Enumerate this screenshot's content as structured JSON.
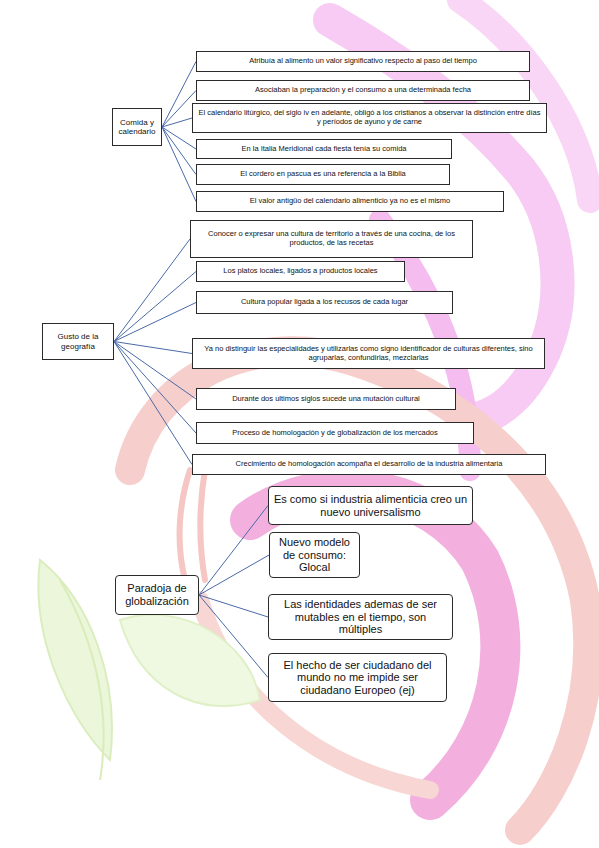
{
  "diagram": {
    "nodes": [
      {
        "text": [
          "Comida y calendario"
        ]
      },
      {
        "text": [
          "Atribuía al alimento un valor significativo respecto al paso del tiempo"
        ]
      },
      {
        "text": [
          "Asociaban la preparación y el consumo a una determinada fecha"
        ]
      },
      {
        "text": [
          "El calendario litúrgico, del siglo iv en adelante, obligó a los cristianos a observar la distinción entre días y períodos de ayuno y de carne"
        ]
      },
      {
        "text": [
          "En la Italia Meridional cada fiesta tenía su comida"
        ]
      },
      {
        "text": [
          "El cordero en pascua es una referencia a la Biblia"
        ]
      },
      {
        "text": [
          "El valor antigüo del calendario alimenticio ya no es el mismo"
        ]
      },
      {
        "text": [
          "Gusto de la geografía"
        ]
      },
      {
        "text": [
          "Conocer o expresar una cultura de territorio a través de una cocina, de los productos, de las recetas"
        ]
      },
      {
        "text": [
          "Los platos locales, ligados a productos locales"
        ]
      },
      {
        "text": [
          "Cultura popular ligada a los recusos de cada lugar"
        ]
      },
      {
        "text": [
          "Ya no distinguir las especialidades y utilizarlas como signo identificador de culturas diferentes, sino agruparlas, confundirlas, mezclarlas"
        ]
      },
      {
        "text": [
          "Durante dos ultimos siglos sucede una mutación cultural"
        ]
      },
      {
        "text": [
          "Proceso de homologación y de globalización de los mercados"
        ]
      },
      {
        "text": [
          "Crecimiento de homologación acompaña el desarrollo de la industria alimentaria"
        ]
      },
      {
        "text": [
          "Paradoja de globalización"
        ]
      },
      {
        "text": [
          "Es como si industria alimenticia creo un nuevo universalismo"
        ]
      },
      {
        "text": [
          "Nuevo modelo de consumo: Glocal"
        ]
      },
      {
        "text": [
          "Las identidades ademas de ser mutables en el tiempo, son múltiples"
        ]
      },
      {
        "text": [
          "El hecho de ser ciudadano del mundo no me impide ser ciudadano Europeo (ej)"
        ]
      }
    ],
    "edges": [
      {
        "from": 0,
        "to": 1,
        "arrow": "none"
      },
      {
        "from": 0,
        "to": 2,
        "arrow": "none"
      },
      {
        "from": 0,
        "to": 3,
        "arrow": "none"
      },
      {
        "from": 0,
        "to": 4,
        "arrow": "none"
      },
      {
        "from": 0,
        "to": 5,
        "arrow": "none"
      },
      {
        "from": 0,
        "to": 6,
        "arrow": "none"
      },
      {
        "from": 7,
        "to": 8,
        "arrow": "none"
      },
      {
        "from": 7,
        "to": 9,
        "arrow": "none"
      },
      {
        "from": 7,
        "to": 10,
        "arrow": "none"
      },
      {
        "from": 7,
        "to": 11,
        "arrow": "none"
      },
      {
        "from": 7,
        "to": 12,
        "arrow": "none"
      },
      {
        "from": 7,
        "to": 13,
        "arrow": "none"
      },
      {
        "from": 7,
        "to": 14,
        "arrow": "none"
      },
      {
        "from": 15,
        "to": 16,
        "arrow": "none"
      },
      {
        "from": 15,
        "to": 17,
        "arrow": "none"
      },
      {
        "from": 15,
        "to": 18,
        "arrow": "none"
      },
      {
        "from": 15,
        "to": 19,
        "arrow": "none"
      }
    ]
  }
}
